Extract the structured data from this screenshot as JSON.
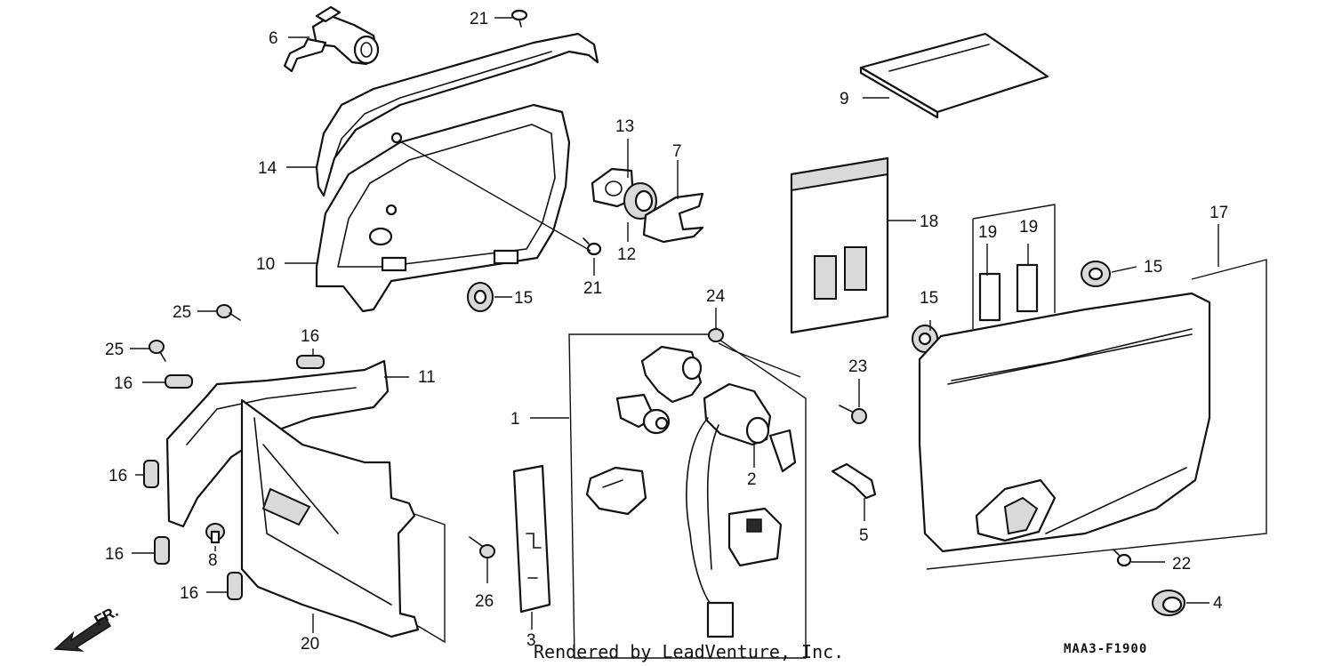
{
  "callouts": [
    "1",
    "2",
    "3",
    "4",
    "5",
    "6",
    "7",
    "8",
    "9",
    "10",
    "11",
    "12",
    "13",
    "14",
    "15",
    "15",
    "15",
    "16",
    "16",
    "16",
    "16",
    "16",
    "17",
    "18",
    "19",
    "19",
    "20",
    "21",
    "21",
    "22",
    "23",
    "24",
    "25",
    "25",
    "26"
  ],
  "direction_label": "FR.",
  "diagram_code": "MAA3-F1900",
  "attribution": "Rendered by LeadVenture, Inc.",
  "colors": {
    "line": "#111111",
    "background": "#ffffff",
    "shade": "#d9d9d9"
  }
}
